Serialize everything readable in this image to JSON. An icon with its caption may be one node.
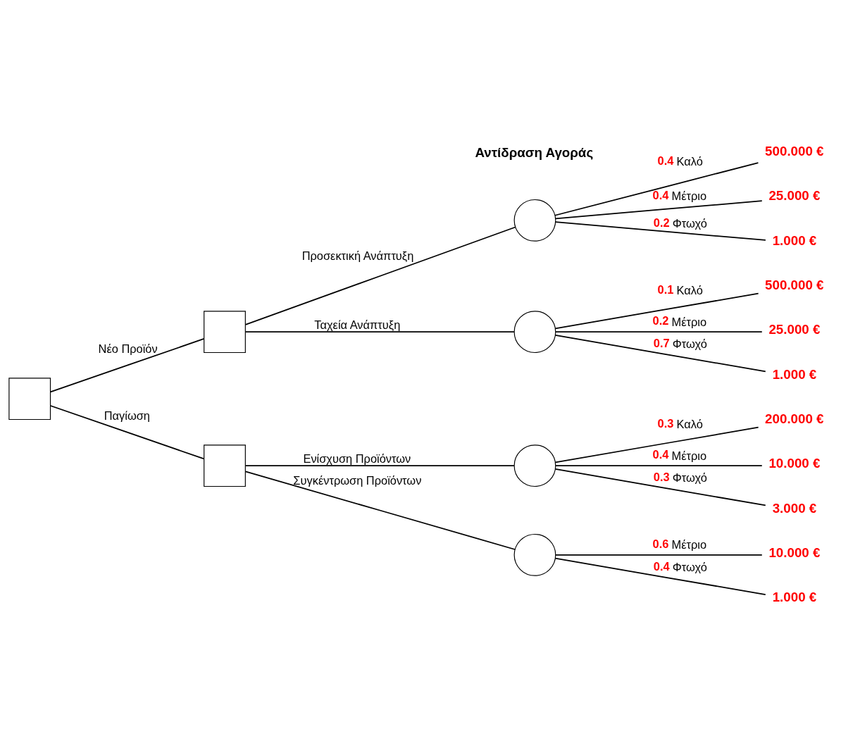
{
  "diagram": {
    "nodes": [
      {
        "text": [],
        "shape": "box"
      },
      {
        "text": [],
        "shape": "box"
      },
      {
        "text": [],
        "shape": "box"
      },
      {
        "text": [],
        "shape": "circle"
      },
      {
        "text": [],
        "shape": "circle"
      },
      {
        "text": [],
        "shape": "circle"
      },
      {
        "text": [],
        "shape": "circle"
      },
      {
        "text": [
          "500.000 €"
        ]
      },
      {
        "text": [
          "25.000 €"
        ]
      },
      {
        "text": [
          "1.000 €"
        ]
      },
      {
        "text": [
          "500.000 €"
        ]
      },
      {
        "text": [
          "25.000 €"
        ]
      },
      {
        "text": [
          "1.000 €"
        ]
      },
      {
        "text": [
          "200.000 €"
        ]
      },
      {
        "text": [
          "10.000 €"
        ]
      },
      {
        "text": [
          "3.000 €"
        ]
      },
      {
        "text": [
          "10.000 €"
        ]
      },
      {
        "text": [
          "1.000 €"
        ]
      }
    ],
    "edges": [
      {
        "from": 0,
        "to": 1,
        "arrow": "none",
        "label": "Νέο Προϊόν"
      },
      {
        "from": 0,
        "to": 2,
        "arrow": "none",
        "label": "Παγίωση"
      },
      {
        "from": 1,
        "to": 3,
        "arrow": "none",
        "label": "Προσεκτική Ανάπτυξη"
      },
      {
        "from": 1,
        "to": 4,
        "arrow": "none",
        "label": "Ταχεία Ανάπτυξη"
      },
      {
        "from": 2,
        "to": 5,
        "arrow": "none",
        "label": "Ενίσχυση Προϊόντων"
      },
      {
        "from": 2,
        "to": 6,
        "arrow": "none",
        "label": "Συγκέντρωση Προϊόντων"
      },
      {
        "from": 3,
        "to": 7,
        "arrow": "none",
        "label": "0.4 Καλό"
      },
      {
        "from": 3,
        "to": 8,
        "arrow": "none",
        "label": "0.4 Μέτριο"
      },
      {
        "from": 3,
        "to": 9,
        "arrow": "none",
        "label": "0.2 Φτωχό"
      },
      {
        "from": 4,
        "to": 10,
        "arrow": "none",
        "label": "0.1 Καλό"
      },
      {
        "from": 4,
        "to": 11,
        "arrow": "none",
        "label": "0.2 Μέτριο"
      },
      {
        "from": 4,
        "to": 12,
        "arrow": "none",
        "label": "0.7 Φτωχό"
      },
      {
        "from": 5,
        "to": 13,
        "arrow": "none",
        "label": "0.3 Καλό"
      },
      {
        "from": 5,
        "to": 14,
        "arrow": "none",
        "label": "0.4 Μέτριο"
      },
      {
        "from": 5,
        "to": 15,
        "arrow": "none",
        "label": "0.3 Φτωχό"
      },
      {
        "from": 6,
        "to": 16,
        "arrow": "none",
        "label": "0.6 Μέτριο"
      },
      {
        "from": 6,
        "to": 17,
        "arrow": "none",
        "label": "0.4 Φτωχό"
      }
    ],
    "labels": [
      "Αντίδραση Αγοράς"
    ]
  }
}
